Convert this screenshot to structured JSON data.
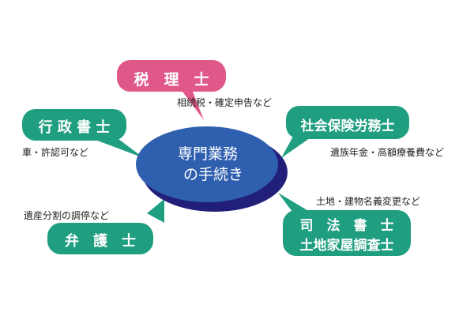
{
  "colors": {
    "teal": "#1f9e80",
    "pink": "#e0578a",
    "center_blue": "#2f5faf",
    "center_shadow": "#211f7a"
  },
  "center": {
    "line1": "専門業務",
    "line2": "の手続き"
  },
  "nodes": {
    "tax": {
      "label": "税　理　士",
      "note": "相続税・確定申告など"
    },
    "admin": {
      "label": "行 政 書 士",
      "note": "車・許認可など"
    },
    "labor": {
      "label": "社会保険労務士",
      "note": "遺族年金・高額療養費など"
    },
    "lawyer": {
      "label": "弁　護　士",
      "note": "遺産分割の調停など"
    },
    "judicial": {
      "label1": "司　法　書　士",
      "label2": "土地家屋調査士",
      "note": "土地・建物名義変更など"
    }
  }
}
